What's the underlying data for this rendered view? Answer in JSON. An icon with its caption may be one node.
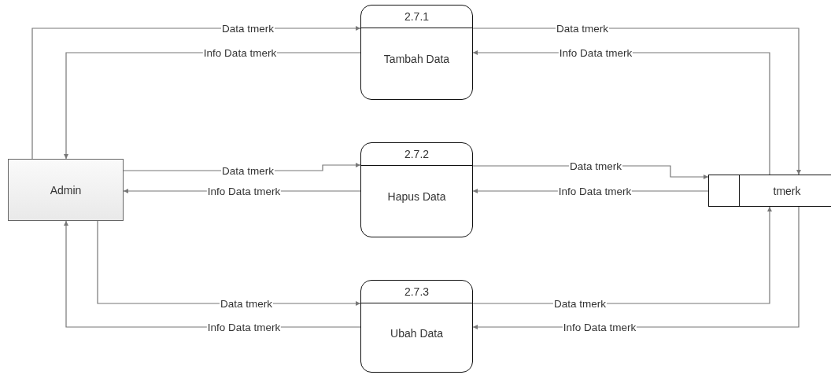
{
  "diagram": {
    "nodes": [
      {
        "text": [
          "Admin"
        ]
      },
      {
        "text": [
          "2.7.1",
          "Tambah Data"
        ]
      },
      {
        "text": [
          "2.7.2",
          "Hapus Data"
        ]
      },
      {
        "text": [
          "2.7.3",
          "Ubah Data"
        ]
      },
      {
        "text": [
          "tmerk"
        ]
      }
    ],
    "edges": [
      {
        "from": 0,
        "to": 1,
        "arrow": "to",
        "label": "Data tmerk"
      },
      {
        "from": 1,
        "to": 0,
        "arrow": "to",
        "label": "Info Data tmerk"
      },
      {
        "from": 1,
        "to": 4,
        "arrow": "to",
        "label": "Data tmerk"
      },
      {
        "from": 4,
        "to": 1,
        "arrow": "to",
        "label": "Info Data tmerk"
      },
      {
        "from": 0,
        "to": 2,
        "arrow": "to",
        "label": "Data tmerk"
      },
      {
        "from": 2,
        "to": 0,
        "arrow": "to",
        "label": "Info Data tmerk"
      },
      {
        "from": 2,
        "to": 4,
        "arrow": "to",
        "label": "Data tmerk"
      },
      {
        "from": 4,
        "to": 2,
        "arrow": "to",
        "label": "Info Data tmerk"
      },
      {
        "from": 0,
        "to": 3,
        "arrow": "to",
        "label": "Data tmerk"
      },
      {
        "from": 3,
        "to": 0,
        "arrow": "to",
        "label": "Info Data tmerk"
      },
      {
        "from": 3,
        "to": 4,
        "arrow": "to",
        "label": "Data tmerk"
      },
      {
        "from": 4,
        "to": 3,
        "arrow": "to",
        "label": "Info Data tmerk"
      }
    ]
  }
}
